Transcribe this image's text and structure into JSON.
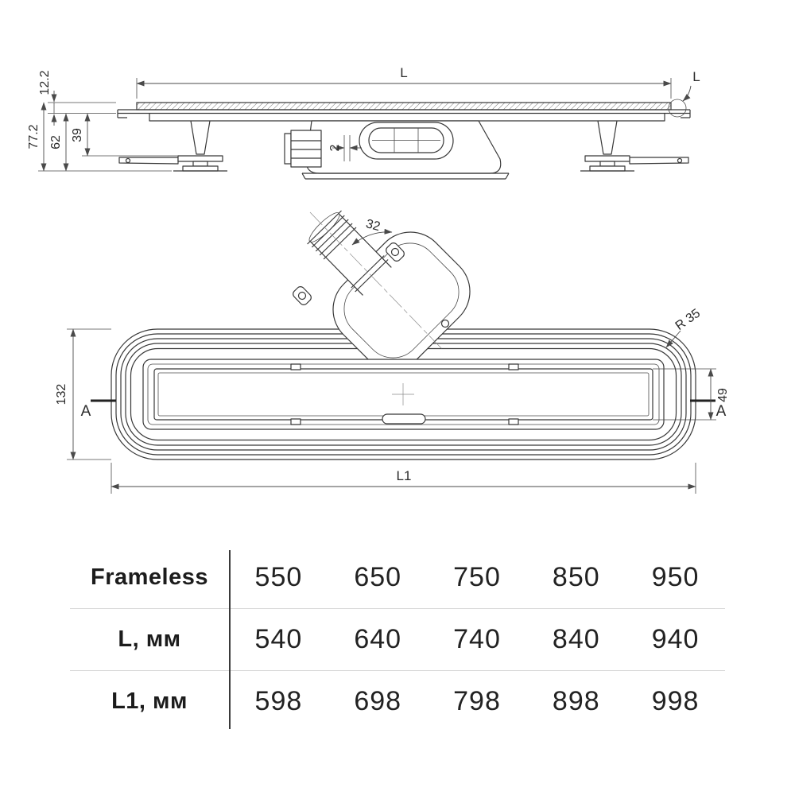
{
  "side_view": {
    "dim_length_top": "L",
    "detail_label": "L",
    "dim_grate_height": "12.2",
    "dim_total_height": "77.2",
    "dim_body_height": "62",
    "dim_foot_height": "39",
    "dim_gap": "2"
  },
  "plan_view": {
    "dim_outlet": "32",
    "dim_radius": "R 35",
    "dim_width": "132",
    "dim_grate_width": "49",
    "section_left": "A",
    "section_right": "A",
    "dim_length_bottom": "L1"
  },
  "size_table": {
    "rows": [
      {
        "label": "Frameless",
        "values": [
          "550",
          "650",
          "750",
          "850",
          "950"
        ]
      },
      {
        "label": "L, мм",
        "values": [
          "540",
          "640",
          "740",
          "840",
          "940"
        ]
      },
      {
        "label": "L1, мм",
        "values": [
          "598",
          "698",
          "798",
          "898",
          "998"
        ]
      }
    ]
  },
  "colors": {
    "line": "#383838",
    "dim_line": "#4a4a4a",
    "text": "#1c1c1c",
    "table_divider_dark": "#3a3a3a",
    "table_divider_light": "#d8d8d8"
  }
}
